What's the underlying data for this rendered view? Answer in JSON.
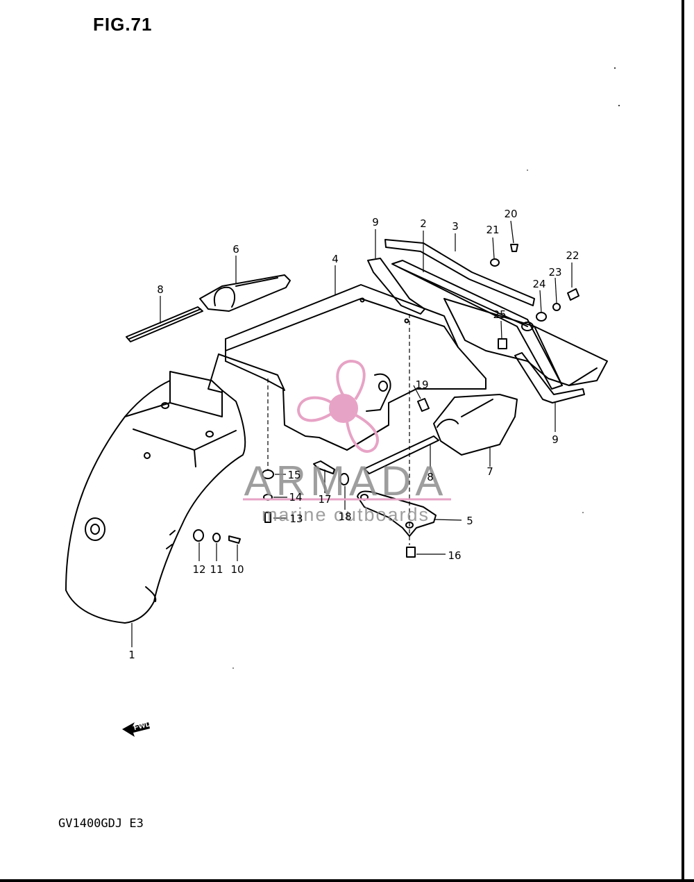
{
  "figure": {
    "title": "FIG.71",
    "model_code": "GV1400GDJ E3"
  },
  "watermark": {
    "brand": "ARMADA",
    "tagline": "marine outboards",
    "accent_color": "#e7a3c5"
  },
  "direction_marker": {
    "label": "FWD",
    "icon": "arrow-left-icon"
  },
  "callouts": [
    {
      "id": "c1",
      "label": "1"
    },
    {
      "id": "c2",
      "label": "2"
    },
    {
      "id": "c3",
      "label": "3"
    },
    {
      "id": "c4",
      "label": "4"
    },
    {
      "id": "c5",
      "label": "5"
    },
    {
      "id": "c6",
      "label": "6"
    },
    {
      "id": "c7",
      "label": "7"
    },
    {
      "id": "c8a",
      "label": "8"
    },
    {
      "id": "c8b",
      "label": "8"
    },
    {
      "id": "c9a",
      "label": "9"
    },
    {
      "id": "c9b",
      "label": "9"
    },
    {
      "id": "c10",
      "label": "10"
    },
    {
      "id": "c11",
      "label": "11"
    },
    {
      "id": "c12",
      "label": "12"
    },
    {
      "id": "c13",
      "label": "13"
    },
    {
      "id": "c14",
      "label": "14"
    },
    {
      "id": "c15",
      "label": "15"
    },
    {
      "id": "c16",
      "label": "16"
    },
    {
      "id": "c17",
      "label": "17"
    },
    {
      "id": "c18",
      "label": "18"
    },
    {
      "id": "c19",
      "label": "19"
    },
    {
      "id": "c20",
      "label": "20"
    },
    {
      "id": "c21",
      "label": "21"
    },
    {
      "id": "c22",
      "label": "22"
    },
    {
      "id": "c23",
      "label": "23"
    },
    {
      "id": "c24",
      "label": "24"
    },
    {
      "id": "c25",
      "label": "25"
    }
  ]
}
